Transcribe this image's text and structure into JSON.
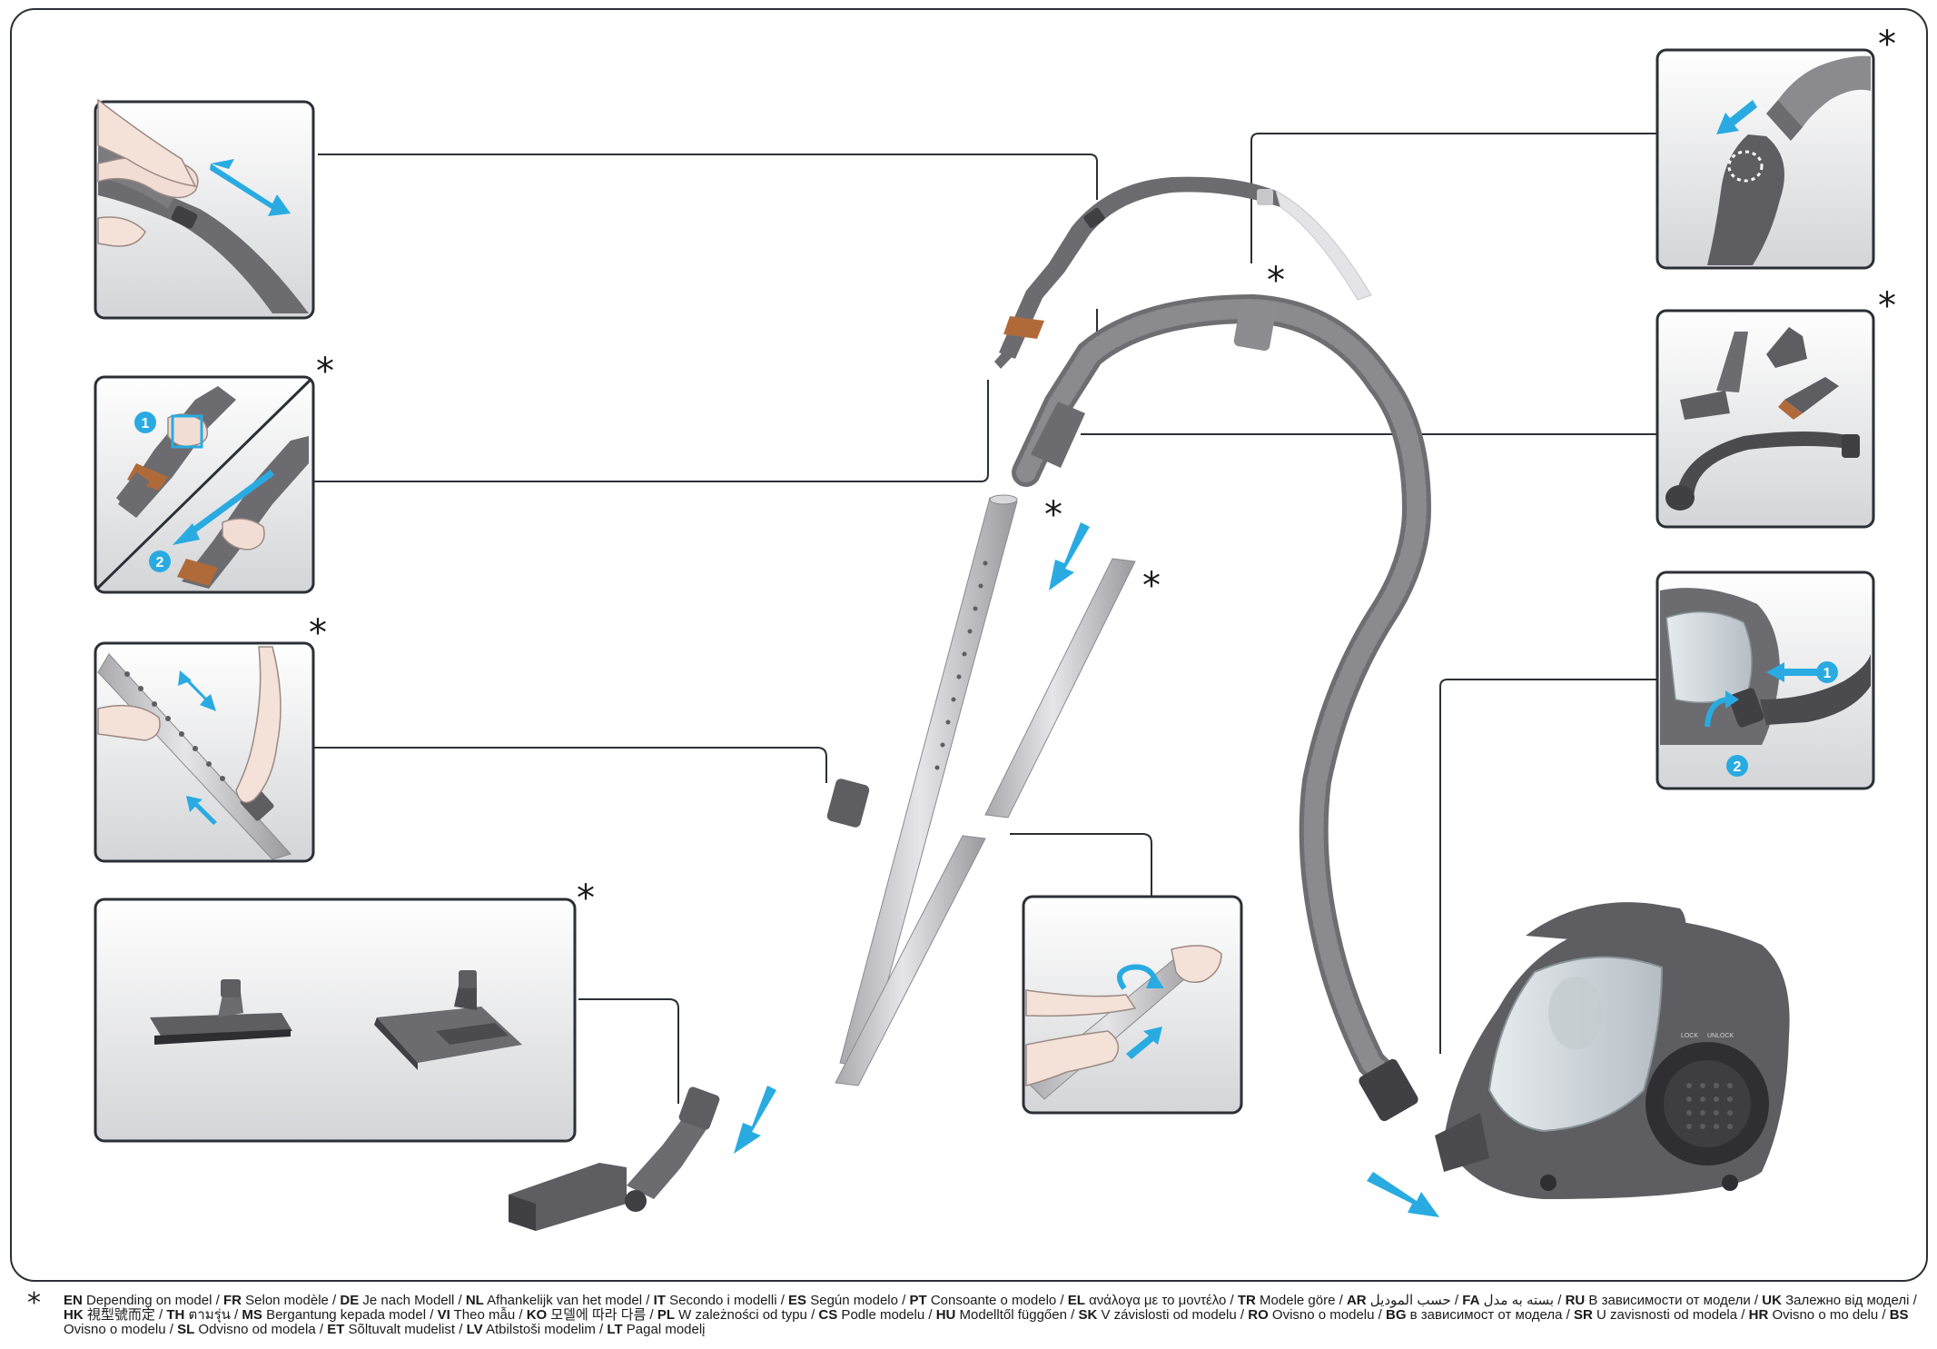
{
  "markers": {
    "asterisk": "*",
    "step_1": "1",
    "step_2": "2"
  },
  "lock_labels": {
    "lock": "LOCK",
    "unlock": "UNLOCK"
  },
  "footnote": {
    "star": "*",
    "entries": [
      {
        "code": "EN",
        "text": "Depending on model"
      },
      {
        "code": "FR",
        "text": "Selon modèle"
      },
      {
        "code": "DE",
        "text": "Je nach Modell"
      },
      {
        "code": "NL",
        "text": "Afhankelijk van het model"
      },
      {
        "code": "IT",
        "text": "Secondo i modelli"
      },
      {
        "code": "ES",
        "text": "Según modelo"
      },
      {
        "code": "PT",
        "text": "Consoante o modelo"
      },
      {
        "code": "EL",
        "text": "ανάλογα με το μοντέλο"
      },
      {
        "code": "TR",
        "text": "Modele göre"
      },
      {
        "code": "AR",
        "text": "حسب الموديل"
      },
      {
        "code": "FA",
        "text": "بسته به مدل"
      },
      {
        "code": "RU",
        "text": "В зависимости от модели"
      },
      {
        "code": "UK",
        "text": "Залежно від моделі"
      },
      {
        "code": "HK",
        "text": "視型號而定"
      },
      {
        "code": "TH",
        "text": "ตามรุ่น"
      },
      {
        "code": "MS",
        "text": "Bergantung kepada model"
      },
      {
        "code": "VI",
        "text": "Theo mẫu"
      },
      {
        "code": "KO",
        "text": "모델에 따라 다름"
      },
      {
        "code": "PL",
        "text": "W zależności od typu"
      },
      {
        "code": "CS",
        "text": "Podle modelu"
      },
      {
        "code": "HU",
        "text": "Modelltől függően"
      },
      {
        "code": "SK",
        "text": "V závislosti od modelu"
      },
      {
        "code": "RO",
        "text": "Ovisno o modelu"
      },
      {
        "code": "BG",
        "text": "в зависимост от модела"
      },
      {
        "code": "SR",
        "text": "U zavisnosti od modela"
      },
      {
        "code": "HR",
        "text": "Ovisno o mo delu"
      },
      {
        "code": "BS",
        "text": "Ovisno o modelu"
      },
      {
        "code": "SL",
        "text": "Odvisno od modela"
      },
      {
        "code": "ET",
        "text": "Sõltuvalt mudelist"
      },
      {
        "code": "LV",
        "text": "Atbilstoši modelim"
      },
      {
        "code": "LT",
        "text": "Pagal modelį"
      }
    ]
  },
  "colors": {
    "frame": "#1f2d3d",
    "accent_arrow": "#29abe2",
    "body_grey": "#5e5e62",
    "metal": "#c9c9cb"
  }
}
